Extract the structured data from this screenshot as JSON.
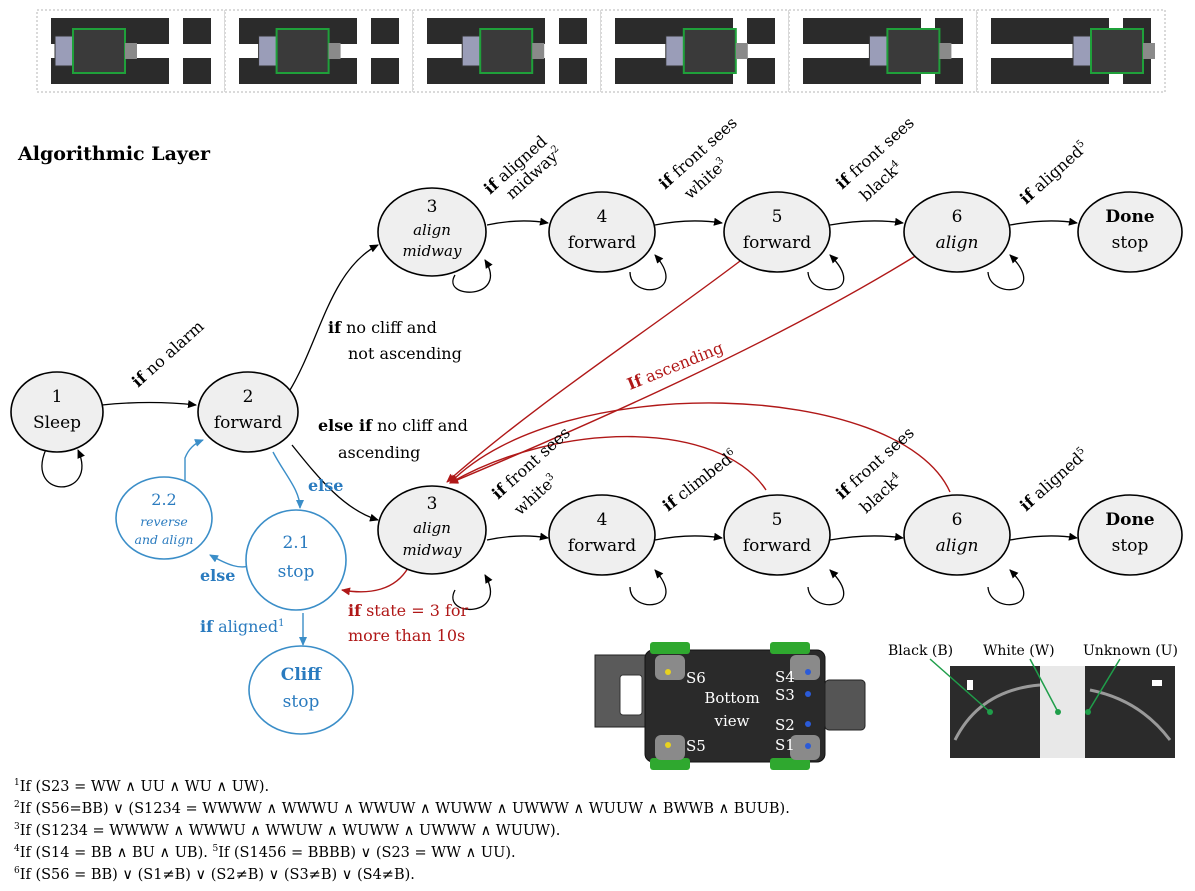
{
  "title": "Algorithmic Layer",
  "photos_count": 6,
  "top_row": {
    "s1": {
      "num": "1",
      "name": "Sleep"
    },
    "s2": {
      "num": "2",
      "name": "forward"
    },
    "s3": {
      "num": "3",
      "l1": "align",
      "l2": "midway"
    },
    "s4": {
      "num": "4",
      "name": "forward"
    },
    "s5": {
      "num": "5",
      "name": "forward"
    },
    "s6": {
      "num": "6",
      "name": "align"
    },
    "done": {
      "name": "Done",
      "sub": "stop"
    }
  },
  "bottom_row": {
    "s3": {
      "num": "3",
      "l1": "align",
      "l2": "midway"
    },
    "s4": {
      "num": "4",
      "name": "forward"
    },
    "s5": {
      "num": "5",
      "name": "forward"
    },
    "s6": {
      "num": "6",
      "name": "align"
    },
    "done": {
      "name": "Done",
      "sub": "stop"
    }
  },
  "recovery": {
    "s21": {
      "num": "2.1",
      "name": "stop"
    },
    "s22": {
      "num": "2.2",
      "l1": "reverse",
      "l2": "and align"
    },
    "cliff": {
      "name": "Cliff",
      "sub": "stop"
    }
  },
  "transitions": {
    "if": "if",
    "no_alarm": "no alarm",
    "no_cliff_1": "no cliff and",
    "no_cliff_2": "not ascending",
    "else_if": "else if",
    "else_if_1": "no cliff and",
    "else_if_2": "ascending",
    "else_blue": "else",
    "else_left": "else",
    "aligned1": "aligned",
    "sup1": "1",
    "aligned_midway_1": "aligned",
    "aligned_midway_2": "midway",
    "sup2": "2",
    "front_sees": "front sees",
    "white": "white",
    "black": "black",
    "sup3": "3",
    "sup4": "4",
    "aligned5": "aligned",
    "sup5": "5",
    "ascending": "ascending",
    "If_cap": "If",
    "climbed": "climbed",
    "sup6": "6",
    "state3_1": "state = 3 for",
    "state3_2": "more than 10s"
  },
  "robot": {
    "s6": "S6",
    "s5": "S5",
    "s4": "S4",
    "s3": "S3",
    "s2": "S2",
    "s1": "S1",
    "bottom": "Bottom",
    "view": "view"
  },
  "legend": {
    "black": "Black (B)",
    "white": "White (W)",
    "unknown": "Unknown (U)"
  },
  "footnotes": {
    "f1": "If (S23 = WW ∧ UU ∧ WU ∧ UW).",
    "f2": "If (S56=BB) ∨ (S1234 = WWWW ∧  WWWU ∧  WWUW ∧  WUWW ∧  UWWW ∧ WUUW ∧  BWWB ∧  BUUB).",
    "f3": "If (S1234 = WWWW ∧  WWWU ∧  WWUW ∧  WUWW ∧  UWWW ∧ WUUW).",
    "f4": "If (S14 = BB ∧ BU ∧ UB).",
    "f5": "If (S1456 = BBBB) ∨ (S23 = WW ∧ UU).",
    "f6": "If (S56 = BB) ∨ (S1≠B) ∨ (S2≠B) ∨ (S3≠B) ∨ (S4≠B).",
    "n1": "1",
    "n2": "2",
    "n3": "3",
    "n4": "4",
    "n5": "5",
    "n6": "6"
  },
  "colors": {
    "blue": "#2a7bbf",
    "red": "#b01818",
    "state_fill": "#efefef",
    "robot_body": "#2a2a2a",
    "wheel_green": "#2fa82f"
  }
}
